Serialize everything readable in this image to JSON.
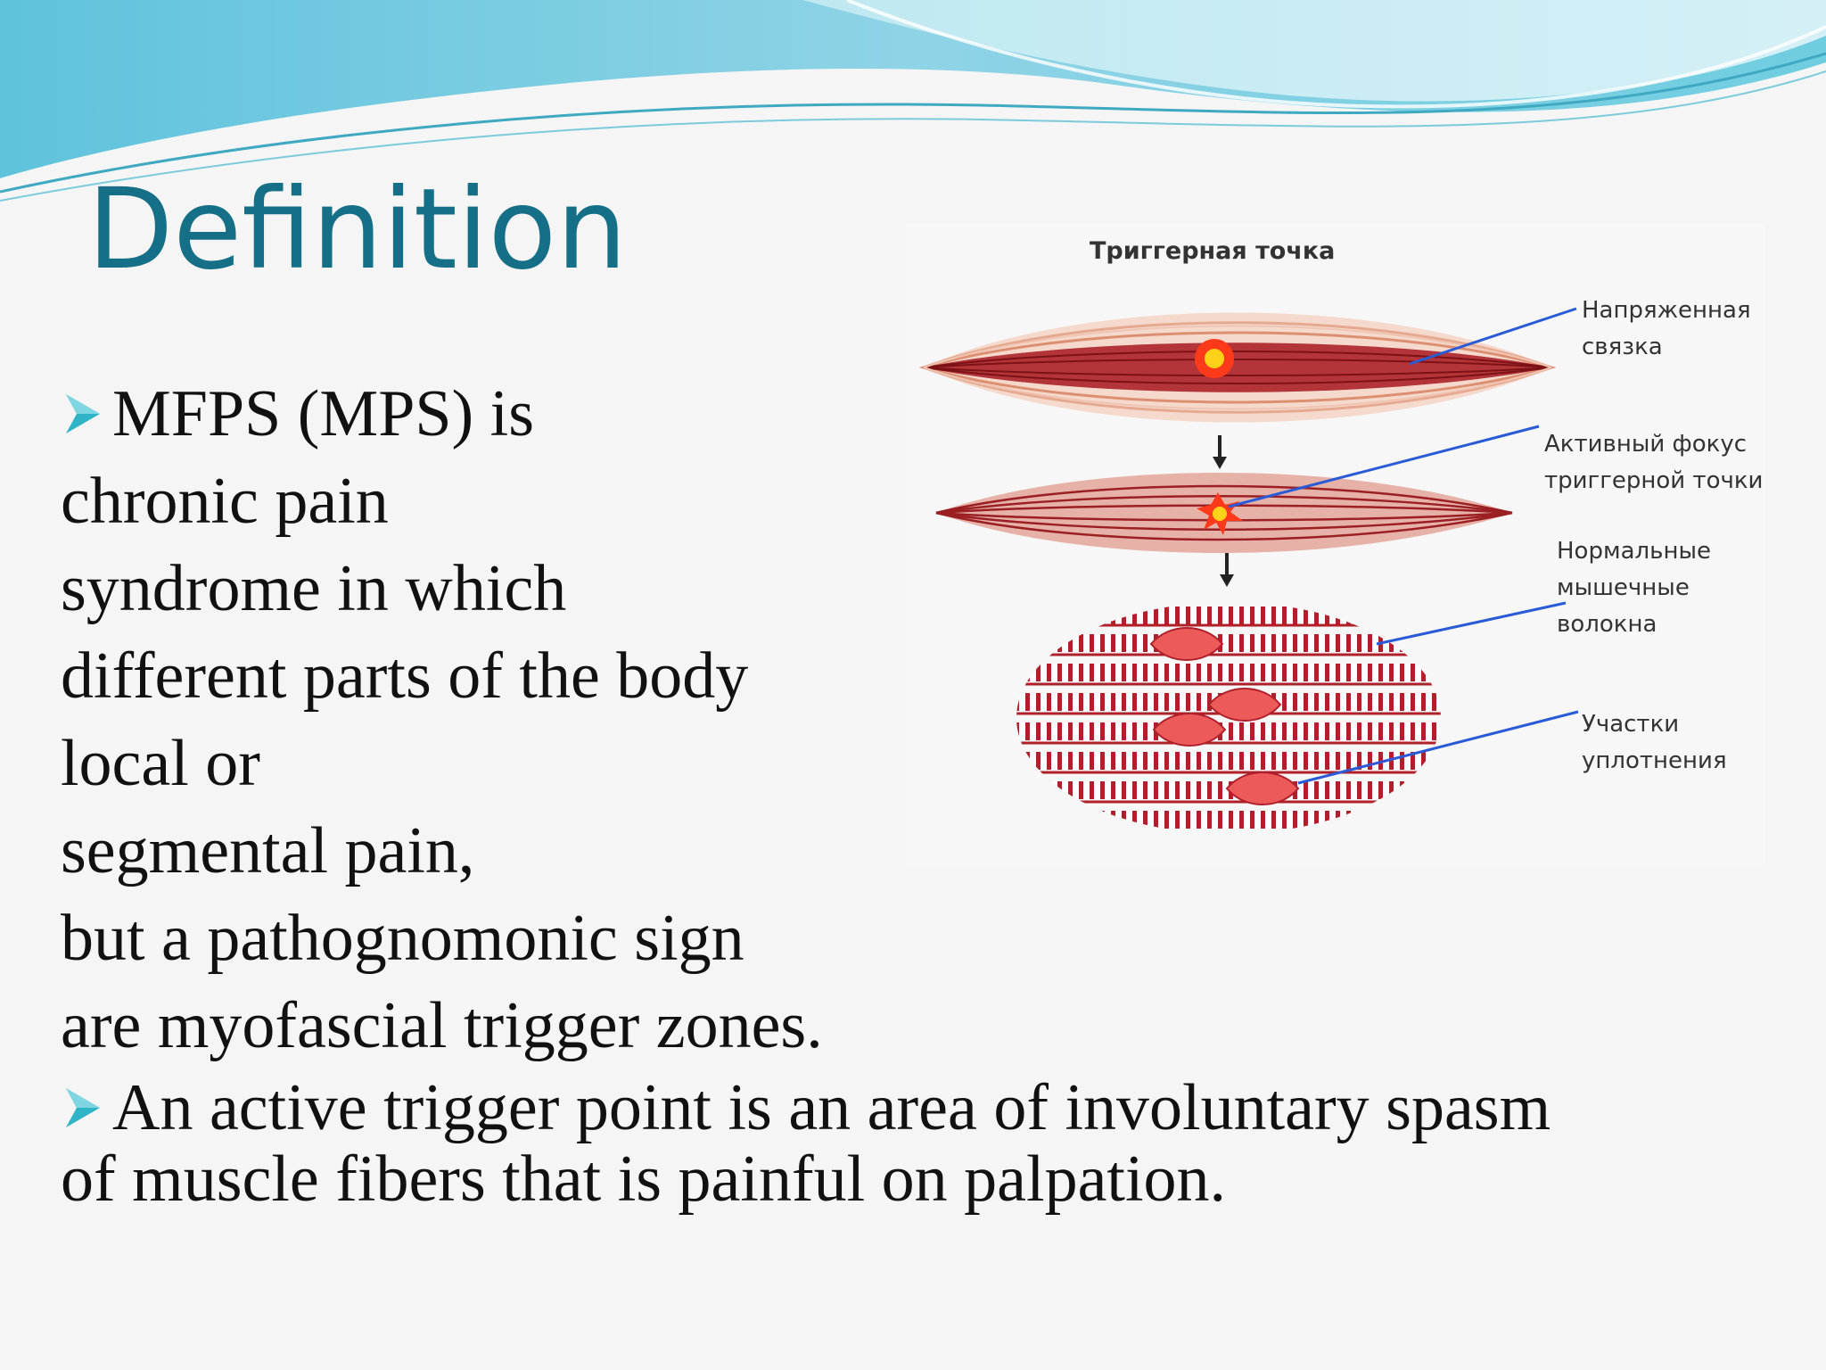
{
  "slide": {
    "title": "Definition",
    "bullet1_lines": [
      "MFPS (MPS) is",
      "chronic pain",
      "syndrome in which",
      "different parts of the body",
      "local or",
      "segmental pain,",
      "but a pathognomonic sign",
      "are myofascial trigger zones."
    ],
    "bullet2_lines": [
      "An active trigger point is an area of involuntary spasm",
      "of muscle fibers that is painful on palpation."
    ],
    "bullet_icon": "arrowhead-bullet-icon",
    "colors": {
      "title": "#156f86",
      "bullet": "#2eb4c6",
      "text": "#111111",
      "muscle": "#9b1f23",
      "pointer": "#2a5bd7"
    }
  },
  "figure": {
    "title": "Триггерная точка",
    "labels": {
      "taut_band": [
        "Напряженная",
        "связка"
      ],
      "active_focus": [
        "Активный фокус",
        "триггерной точки"
      ],
      "normal_fibers": [
        "Нормальные",
        "мышечные",
        "волокна"
      ],
      "contraction_knots": [
        "Участки",
        "уплотнения"
      ]
    }
  }
}
